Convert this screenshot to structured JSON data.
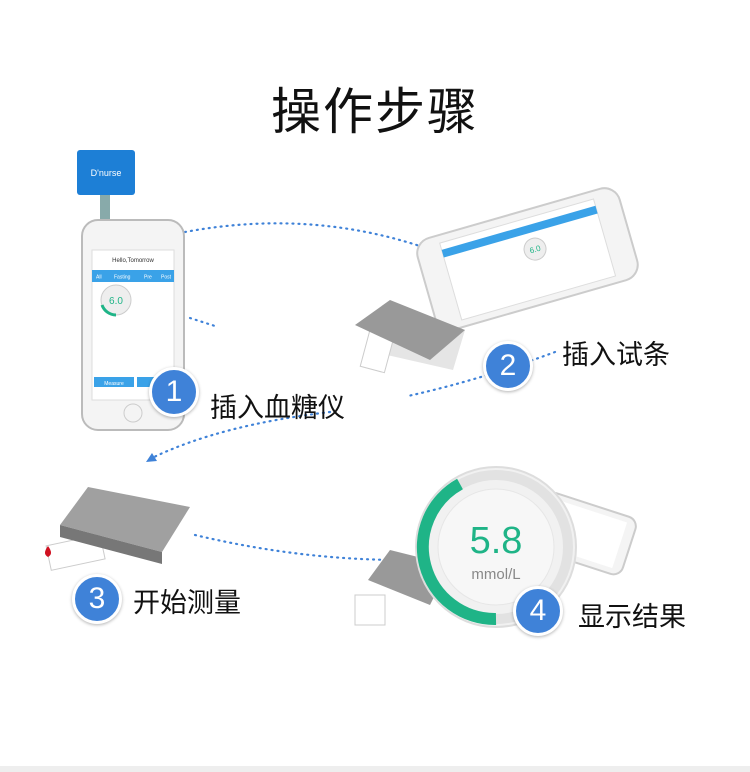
{
  "title": "操作步骤",
  "steps": [
    {
      "number": "1",
      "label": "插入血糖仪"
    },
    {
      "number": "2",
      "label": "插入试条"
    },
    {
      "number": "3",
      "label": "开始测量"
    },
    {
      "number": "4",
      "label": "显示结果"
    }
  ],
  "phone_app": {
    "greeting": "Hello,Tomorrow",
    "tabs": [
      "All",
      "Fasting",
      "Pre",
      "Post"
    ],
    "reading": "6.0",
    "measure_button": "Measure"
  },
  "result": {
    "value": "5.8",
    "unit": "mmol/L"
  },
  "colors": {
    "badge": "#3f82d8",
    "accent_green": "#1fb487",
    "dots": "#3f82d8",
    "app_blue": "#3aa2e8"
  }
}
